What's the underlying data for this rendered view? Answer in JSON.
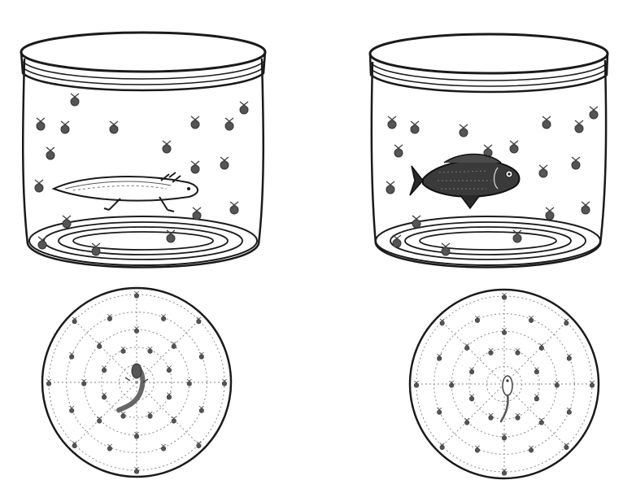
{
  "figure": {
    "panels": [
      {
        "jar": {
          "animal": "salamander-larva",
          "prey_count": 18
        },
        "dish": {
          "animal": "salamander-larva",
          "prey_count": 32,
          "rings": 5,
          "spokes": 8
        }
      },
      {
        "jar": {
          "animal": "fish",
          "prey_count": 18
        },
        "dish": {
          "animal": "fish-larva",
          "prey_count": 32,
          "rings": 5,
          "spokes": 8
        }
      }
    ],
    "colors": {
      "ink": "#1a1a1a",
      "prey": "#555555",
      "dotted": "#8a8a8a",
      "background": "#ffffff"
    }
  }
}
